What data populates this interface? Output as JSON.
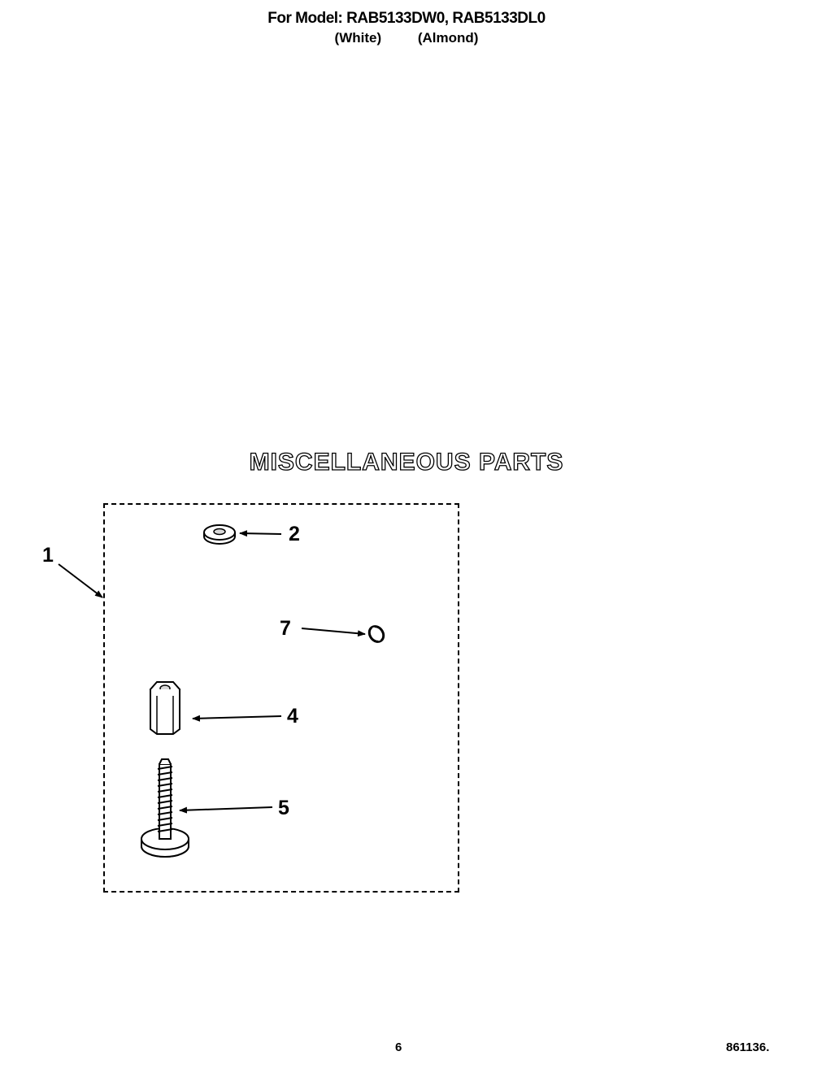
{
  "header": {
    "model_line": "For Model: RAB5133DW0, RAB5133DL0",
    "color_white": "(White)",
    "color_almond": "(Almond)"
  },
  "section": {
    "title": "MISCELLANEOUS PARTS"
  },
  "callouts": {
    "kit": "1",
    "washer": "2",
    "clip": "7",
    "spacer": "4",
    "screw": "5"
  },
  "footer": {
    "page_number": "6",
    "doc_code": "861136."
  },
  "colors": {
    "line": "#000000",
    "paper": "#ffffff",
    "shade": "#d8d8d8"
  }
}
